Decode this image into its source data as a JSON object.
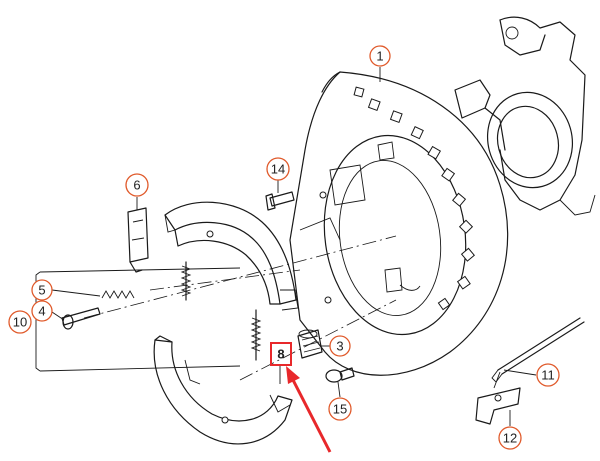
{
  "callouts": [
    {
      "id": "c1",
      "label": "1"
    },
    {
      "id": "c3",
      "label": "3"
    },
    {
      "id": "c4",
      "label": "4"
    },
    {
      "id": "c5",
      "label": "5"
    },
    {
      "id": "c6",
      "label": "6"
    },
    {
      "id": "c8",
      "label": "8"
    },
    {
      "id": "c10",
      "label": "10"
    },
    {
      "id": "c11",
      "label": "11"
    },
    {
      "id": "c12",
      "label": "12"
    },
    {
      "id": "c14",
      "label": "14"
    },
    {
      "id": "c15",
      "label": "15"
    }
  ],
  "highlight": {
    "callout": "8",
    "color": "#e8282b"
  },
  "colors": {
    "callout_ring": "#e05a2b",
    "line": "#1a1a1a",
    "highlight": "#e8282b"
  }
}
